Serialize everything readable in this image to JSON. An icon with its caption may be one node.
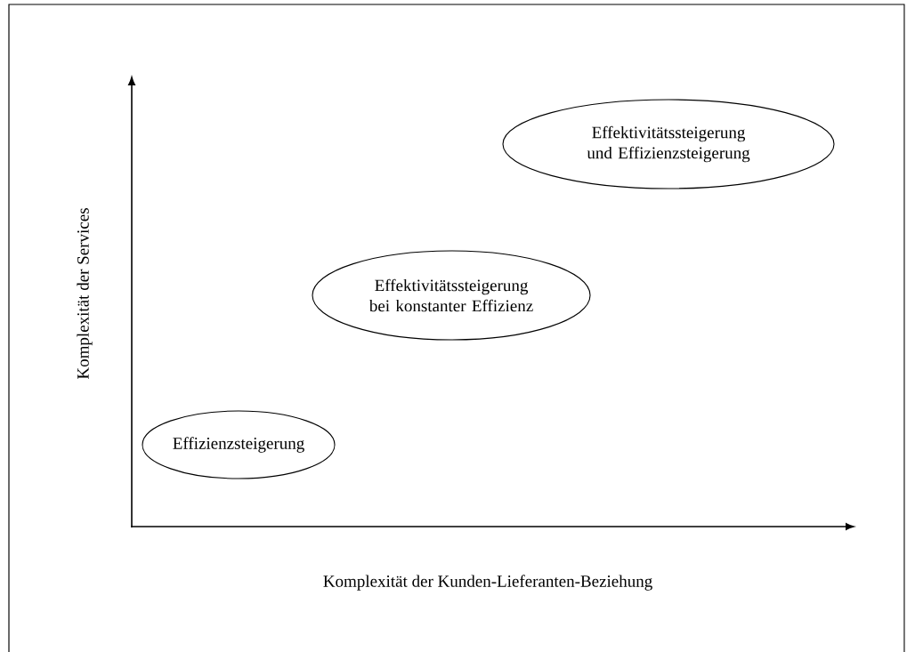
{
  "diagram": {
    "nodes": [
      {
        "text": [
          "Effizienzsteigerung"
        ]
      },
      {
        "text": [
          "Effektivitätssteigerung bei konstanter Effizienz"
        ]
      },
      {
        "text": [
          "Effektivitätssteigerung und Effizienzsteigerung"
        ]
      }
    ],
    "labels": [
      "Komplexität der Services",
      "Komplexität der Kunden-Lieferanten-Beziehung"
    ]
  }
}
